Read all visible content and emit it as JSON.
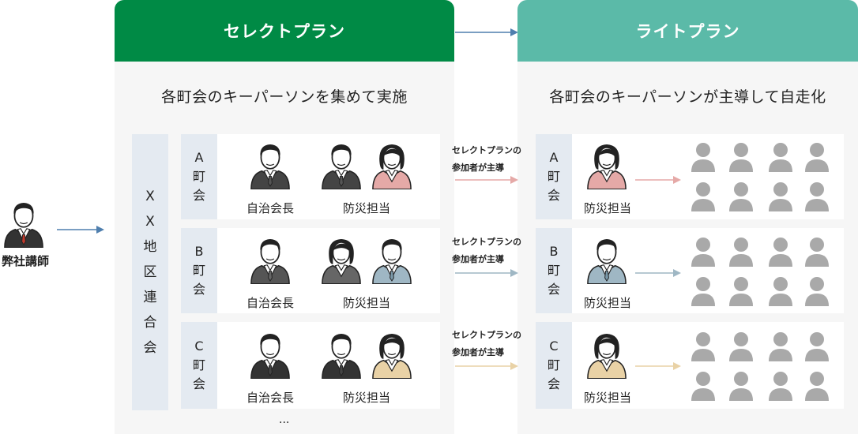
{
  "left_person": {
    "label": "弊社講師"
  },
  "select_plan": {
    "title": "セレクトプラン",
    "subtitle": "各町会のキーパーソンを集めて実施",
    "federation": [
      "X",
      "X",
      "地",
      "区",
      "連",
      "合",
      "会"
    ],
    "towns": [
      {
        "chars": [
          "A",
          "町",
          "会"
        ],
        "leader": "自治会長",
        "disaster": "防災担当",
        "accent": "#e5a9a7"
      },
      {
        "chars": [
          "B",
          "町",
          "会"
        ],
        "leader": "自治会長",
        "disaster": "防災担当",
        "accent": "#9fb7c4"
      },
      {
        "chars": [
          "C",
          "町",
          "会"
        ],
        "leader": "自治会長",
        "disaster": "防災担当",
        "accent": "#e9d2a6"
      }
    ],
    "ellipsis": "..."
  },
  "lite_plan": {
    "title": "ライトプラン",
    "subtitle": "各町会のキーパーソンが主導して自走化",
    "towns": [
      {
        "chars": [
          "A",
          "町",
          "会"
        ],
        "disaster": "防災担当"
      },
      {
        "chars": [
          "B",
          "町",
          "会"
        ],
        "disaster": "防災担当"
      },
      {
        "chars": [
          "C",
          "町",
          "会"
        ],
        "disaster": "防災担当"
      }
    ]
  },
  "notes": [
    {
      "line1": "セレクトプランの",
      "line2": "参加者が主導"
    },
    {
      "line1": "セレクトプランの",
      "line2": "参加者が主導"
    },
    {
      "line1": "セレクトプランの",
      "line2": "参加者が主導"
    }
  ],
  "colors": {
    "select_green": "#008a45",
    "lite_teal": "#5bbaa8",
    "arrow_blue": "#4f7fae",
    "tie_red": "#c0392b",
    "crowd_grey": "#a9a9a9"
  }
}
